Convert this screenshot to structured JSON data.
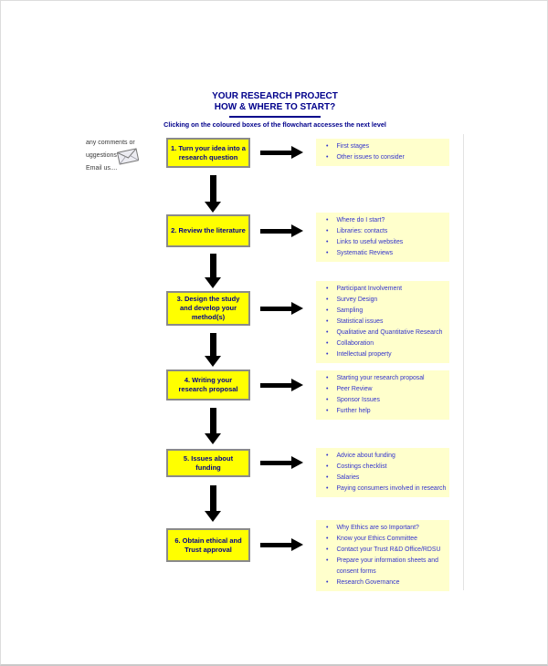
{
  "header": {
    "title_line1": "YOUR RESEARCH PROJECT",
    "title_line2": "HOW & WHERE TO START?",
    "subtitle": "Clicking on the coloured boxes of the flowchart accesses the next level"
  },
  "side_note": {
    "line1": "any comments or",
    "line2": "uggestions?",
    "line3": "Email us....",
    "icon": "envelope-icon"
  },
  "colors": {
    "title_navy": "#00008B",
    "box_fill": "#FFFF00",
    "box_border": "#8A8A8A",
    "list_background": "#FFFFCC",
    "list_text_blue": "#3333CC",
    "arrow_black": "#000000"
  },
  "flow": {
    "steps": [
      {
        "label": "1. Turn your idea into a research question",
        "items": [
          "First stages",
          "Other issues to consider"
        ]
      },
      {
        "label": "2. Review the literature",
        "items": [
          "Where do I start?",
          "Libraries: contacts",
          "Links to useful websites",
          "Systematic Reviews"
        ]
      },
      {
        "label": "3. Design the study and develop your method(s)",
        "items": [
          "Participant Involvement",
          "Survey Design",
          "Sampling",
          "Statistical issues",
          "Qualitative and Quantitative Research",
          "Collaboration",
          "Intellectual property"
        ]
      },
      {
        "label": "4. Writing your research proposal",
        "items": [
          "Starting your research proposal",
          "Peer Review",
          "Sponsor Issues",
          "Further help"
        ]
      },
      {
        "label": "5. Issues about funding",
        "items": [
          "Advice about funding",
          "Costings checklist",
          "Salaries",
          "Paying consumers involved in research"
        ]
      },
      {
        "label": "6. Obtain ethical and Trust approval",
        "items": [
          "Why Ethics are so Important?",
          "Know your Ethics Committee",
          "Contact your Trust R&D Office/RDSU",
          "Prepare your information sheets and consent forms",
          "Research Governance"
        ]
      }
    ]
  }
}
